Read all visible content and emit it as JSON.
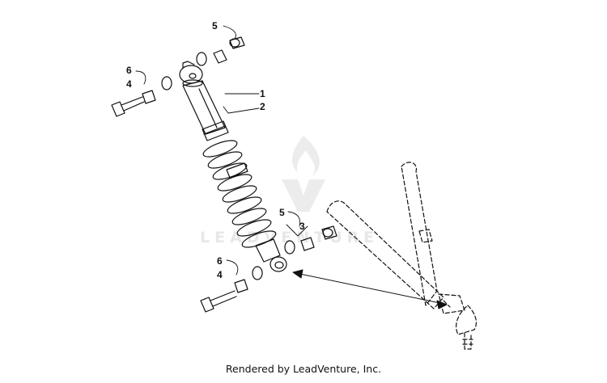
{
  "diagram": {
    "callouts": {
      "part_1": "1",
      "part_2": "2",
      "part_3": "3",
      "part_4_upper": "4",
      "part_4_lower": "4",
      "part_5_upper": "5",
      "part_5_lower": "5",
      "part_6_upper": "6",
      "part_6_lower": "6"
    },
    "watermark": {
      "text": "LEADVENTURE",
      "icon": "leadventure-flame-logo"
    },
    "colors": {
      "line": "#111111",
      "watermark": "#e7e7e7",
      "background": "#ffffff"
    }
  },
  "footer": {
    "credit": "Rendered by LeadVenture, Inc."
  }
}
